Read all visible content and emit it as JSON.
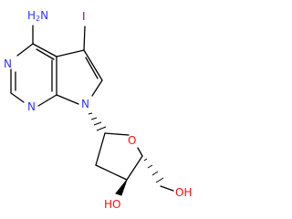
{
  "molecule": {
    "colors": {
      "bond": "#000000",
      "nitrogen": "#3333ff",
      "oxygen": "#ff0d0d",
      "iodine": "#940094"
    },
    "labels": {
      "amine_n": "N",
      "amine_h": "H",
      "amine_h_count": "2",
      "iodine": "I",
      "ring_n1": "N",
      "ring_n3": "N",
      "ring_n7": "N",
      "ring_o": "O",
      "hydroxyl_3_h": "H",
      "hydroxyl_3_o": "O",
      "hydroxyl_5_o": "O",
      "hydroxyl_5_h": "H"
    }
  }
}
